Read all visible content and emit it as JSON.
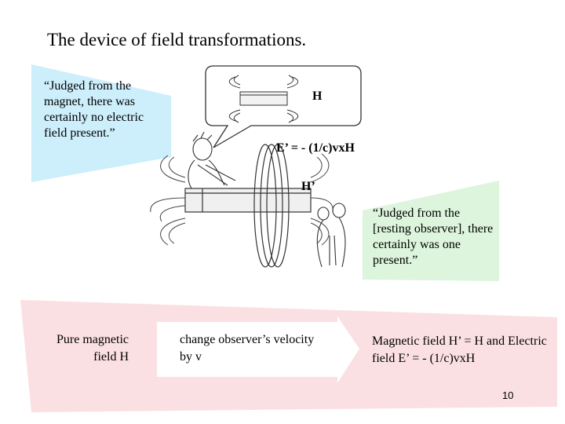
{
  "title": "The device of field transformations.",
  "quote_magnet": "“Judged from the magnet, there was certainly no electric field present.”",
  "quote_observer": "“Judged from the [resting observer], there certainly was one present.”",
  "labels": {
    "h": "H",
    "e_prime": "E’ = - (1/c)vxH",
    "h_prime": "H’"
  },
  "bottom": {
    "pure_magnetic": "Pure magnetic field H",
    "change_velocity": "change observer’s velocity by v",
    "result": "Magnetic field H’ = H and Electric field E’ = - (1/c)vxH"
  },
  "page_number": "10",
  "colors": {
    "blue_panel": "#cdeefb",
    "green_panel": "#dcf5dc",
    "pink_band": "#fbe0e3"
  }
}
